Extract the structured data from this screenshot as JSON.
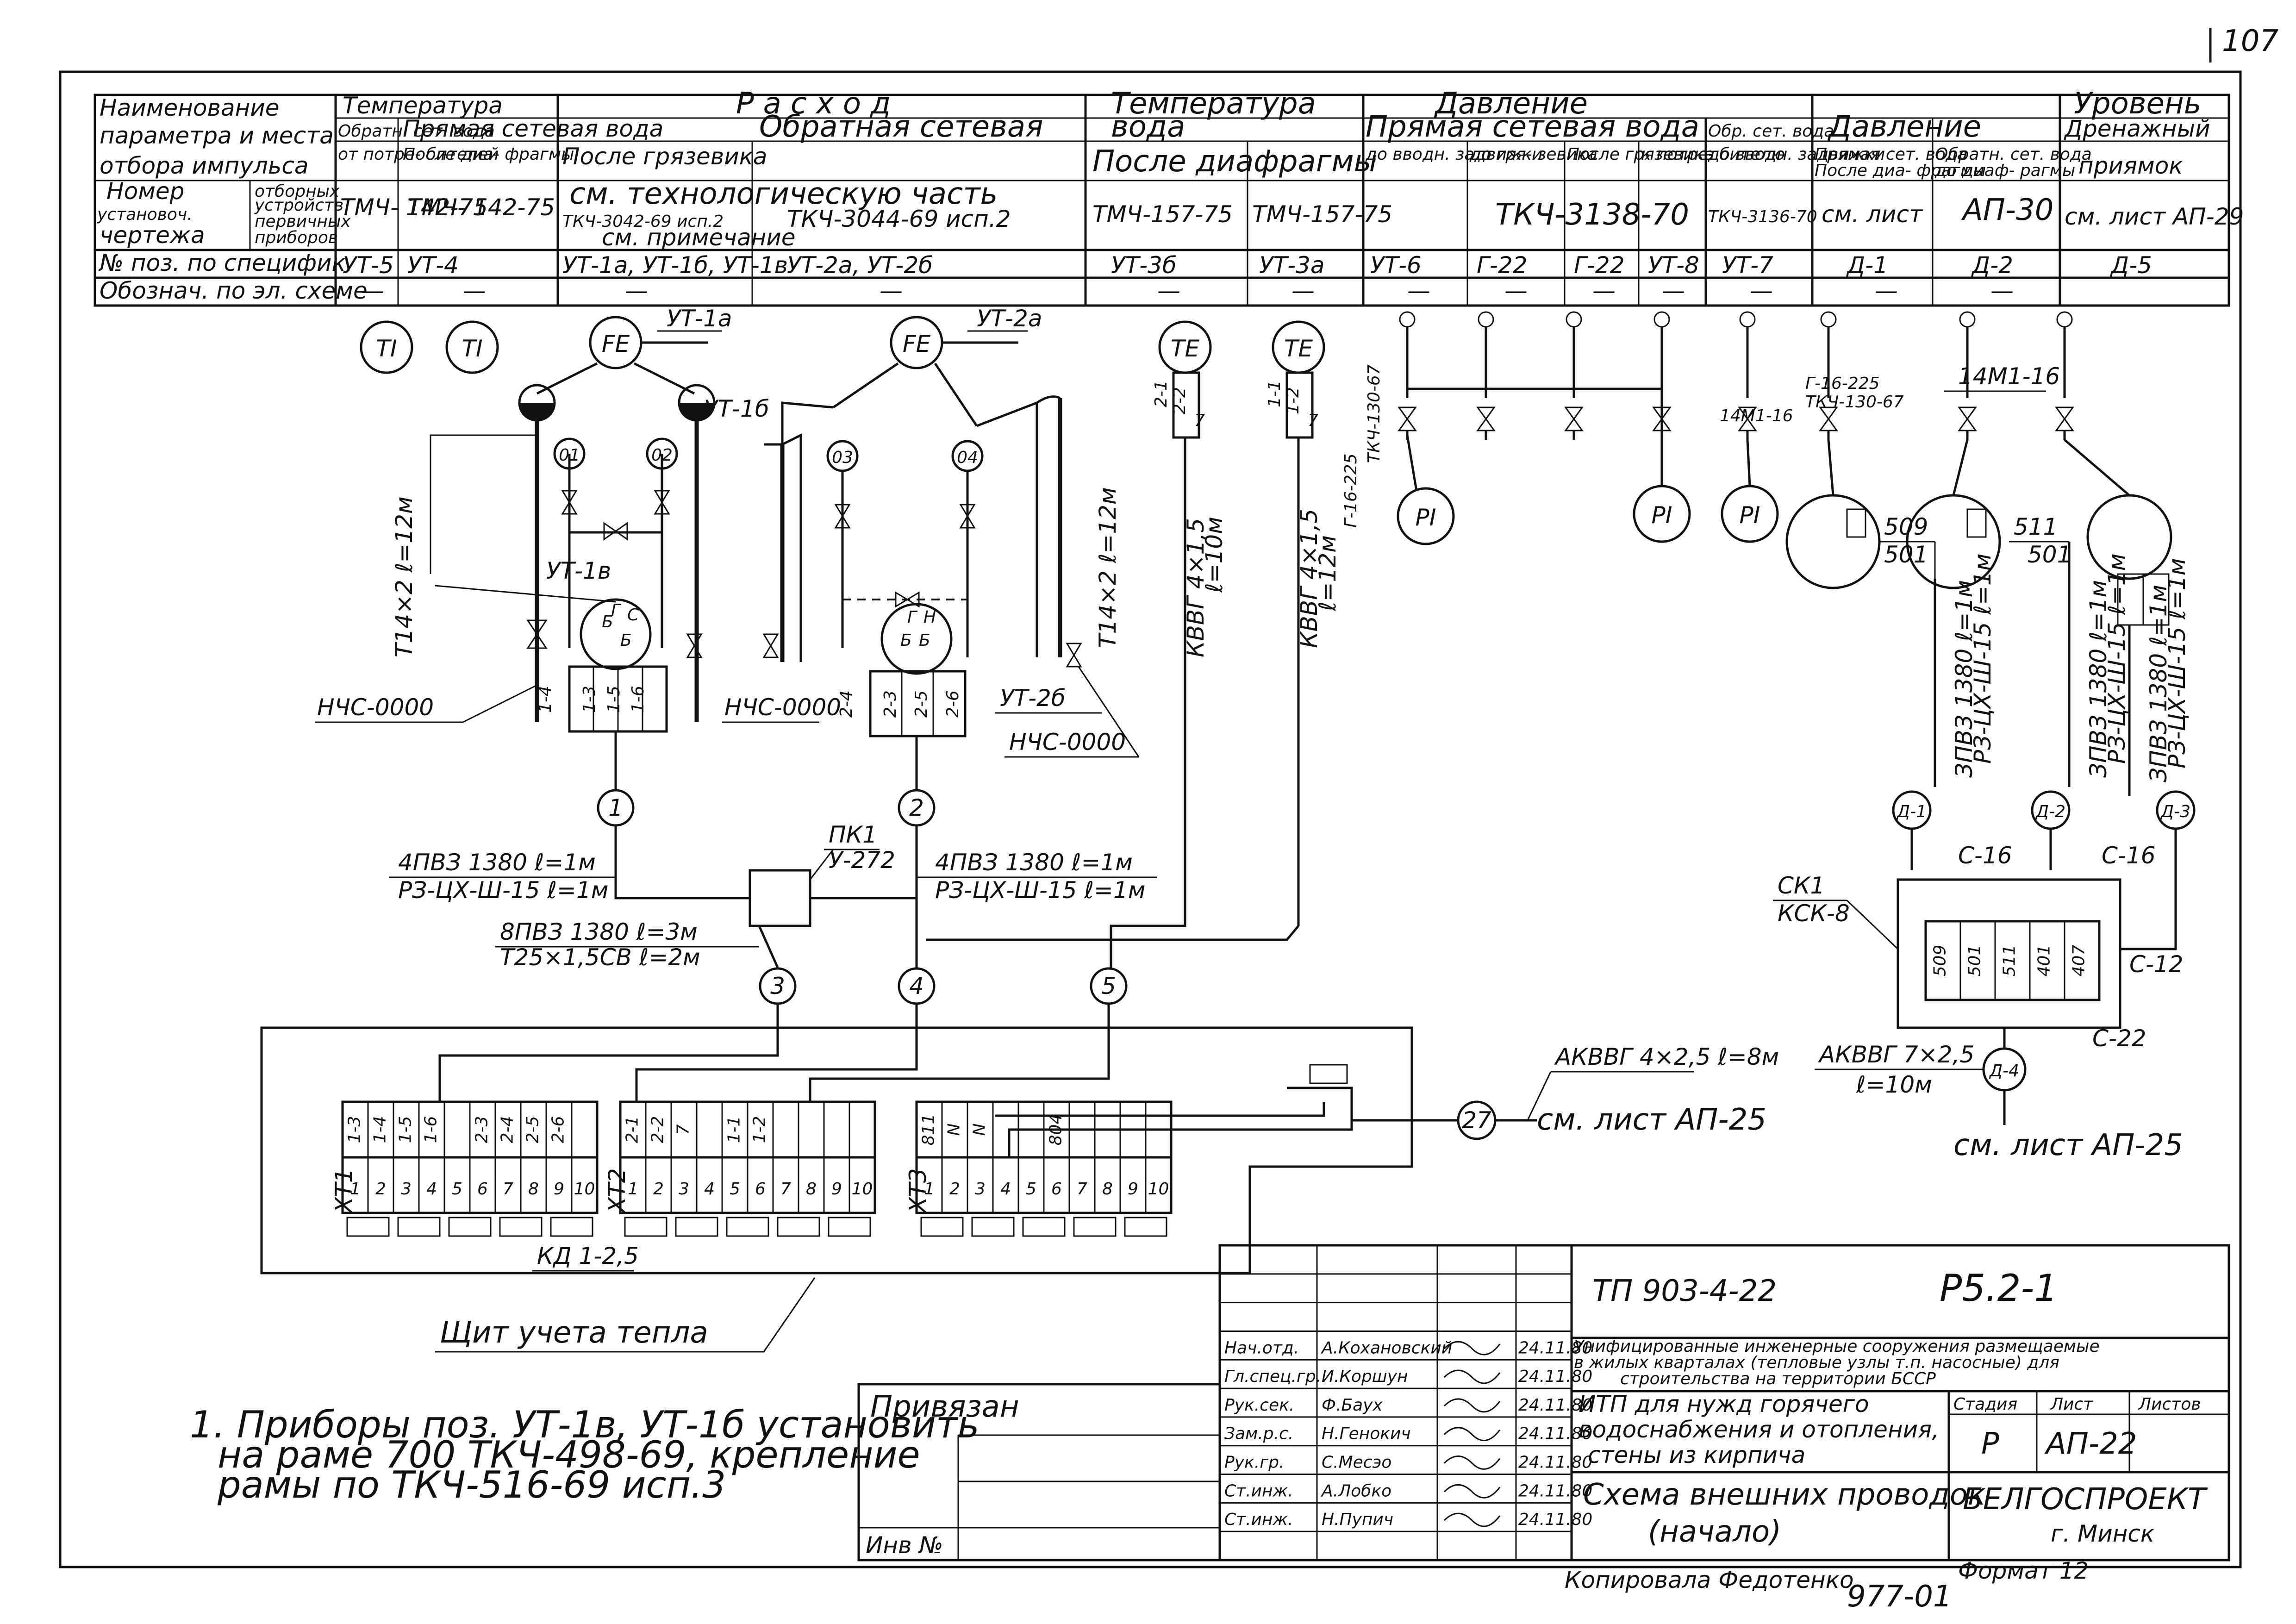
{
  "page_number": "107",
  "table": {
    "row_labels": {
      "param_1": "Наименование",
      "param_2": "параметра и места",
      "param_3": "отбора импульса",
      "drawing_1": "Номер",
      "drawing_2": "установоч.",
      "drawing_3": "чертежа",
      "devices_1": "отборных",
      "devices_2": "устройств",
      "devices_3": "первичных",
      "devices_4": "приборов",
      "spec": "№ поз. по специфик.",
      "elec": "Обознач. по эл. схеме"
    },
    "groups": {
      "temperature": "Температура",
      "flow": "Расход",
      "temperature2": "Температура",
      "pressure": "Давление",
      "pressure2": "Давление",
      "level": "Уровень"
    },
    "subgroups": {
      "return_water": "Обратн. сет. вода",
      "direct_water": "Прямая сетевая вода",
      "return_water_long": "Обратная сетевая",
      "water": "вода",
      "direct_water_split": "Прямая сетевая вода",
      "ret_short": "Обр. сет. вода",
      "dir_short": "Прямая сет. вода",
      "ret_short2": "Обратн. сет. вода",
      "drain": "Дренажный"
    },
    "places": {
      "from_consumer": "от потре- бителей",
      "after_diaphragm": "После диа- фрагмы",
      "after_mud": "После грязевика",
      "after_diaphragms": "После диафрагмы",
      "before_inlet": "до вводн. задвижки",
      "before_mud": "до гря- зевика",
      "after_mud2": "После грязевика",
      "to_consumer": "к потре- бителю",
      "before_inlet2": "до вводн. задвижки",
      "after_diaphragm2": "После диа- фрагмы",
      "before_diaphragm": "до диаф- рагмы",
      "pit": "приямок"
    },
    "drawings": {
      "tmch_142_75_a": "ТМЧ- 142-75",
      "tmch_142_75_b": "ТМЧ- 142-75",
      "tech_part": "см. технологическую часть",
      "tk_a": "ТКЧ-3042-69 исп.2",
      "tk_b": "ТКЧ-3044-69 исп.2",
      "note": "см. примечание",
      "tmch_157_a": "ТМЧ-157-75",
      "tmch_157_b": "ТМЧ-157-75",
      "tk_3138": "ТКЧ-3138-70",
      "tk_3136": "ТКЧ-3136-70",
      "ap30_a": "см. лист",
      "ap30_b": "АП-30",
      "ap29": "см. лист АП-29"
    },
    "spec_positions": [
      "УТ-5",
      "УТ-4",
      "УТ-1а, УТ-1б, УТ-1в",
      "УТ-2а, УТ-2б",
      "УТ-3б",
      "УТ-3а",
      "УТ-6",
      "Г-22",
      "Г-22",
      "УТ-8",
      "УТ-7",
      "Д-1",
      "Д-2",
      "Д-5"
    ],
    "elec_marks": [
      "—",
      "—",
      "—",
      "—",
      "—",
      "—",
      "—",
      "—",
      "—",
      "—",
      "—",
      "—",
      "—"
    ]
  },
  "diagram": {
    "instruments": {
      "ti1": "TI",
      "ti2": "TI",
      "fe1": "FE",
      "fe2": "FE",
      "te1": "TE",
      "te2": "TE",
      "pi1": "PI",
      "pi2": "PI",
      "pi3": "PI"
    },
    "tags": {
      "ut1a": "УТ-1а",
      "ut1b": "УТ-1б",
      "ut1v": "УТ-1в",
      "ut2a": "УТ-2а",
      "ut2b": "УТ-2б",
      "o1": "01",
      "o2": "02",
      "o3": "03",
      "o4": "04",
      "nchs1": "НЧС-0000",
      "nchs2": "НЧС-0000",
      "nchs3": "НЧС-0000",
      "tube1": "Т14×2  ℓ=12м",
      "tube2": "Т14×2  ℓ=12м",
      "kvvg1": "КВВГ 4×1,5",
      "kvvg1l": "ℓ=10м",
      "kvvg2": "КВВГ 4×1,5",
      "kvvg2l": "ℓ=12м",
      "g16_a": "Г-16-225",
      "g16_a2": "ТКЧ-130-67",
      "g16_b": "Г-16-225",
      "g16_b2": "ТКЧ-130-67",
      "m1": "14М1-16",
      "m2": "14М1-16",
      "n509": "509",
      "n501": "501",
      "n511": "511",
      "n501b": "501",
      "cab_a1": "4ПВЗ 1380  ℓ=1м",
      "cab_a2": "РЗ-ЦХ-Ш-15  ℓ=1м",
      "cab_b1": "4ПВЗ 1380  ℓ=1м",
      "cab_b2": "РЗ-ЦХ-Ш-15  ℓ=1м",
      "pk1": "ПК1",
      "pk1b": "У-272",
      "cab_c1": "8ПВЗ 1380  ℓ=3м",
      "cab_c2": "Т25×1,5СВ  ℓ=2м",
      "c1": "1",
      "c2": "2",
      "c3": "3",
      "c4": "4",
      "c5": "5",
      "d1": "Д-1",
      "d2": "Д-2",
      "d3": "Д-3",
      "d4": "Д-4",
      "ck1": "СК1",
      "ck1b": "КСК-8",
      "c16a": "С-16",
      "c16b": "С-16",
      "c12": "С-12",
      "c22": "С-22",
      "v1": "ЗПВЗ 1380  ℓ=1м",
      "v1b": "РЗ-ЦХ-Ш-15  ℓ=1м",
      "v2": "ЗПВЗ 1380  ℓ=1м",
      "v2b": "РЗ-ЦХ-Ш-15  ℓ=1м",
      "v3": "ЗПВЗ 1380  ℓ=1м",
      "v3b": "РЗ-ЦХ-Ш-15  ℓ=1м",
      "akvvg1": "АКВВГ 4×2,5  ℓ=8м",
      "akvvg2": "АКВВГ 7×2,5",
      "akvvg2l": "ℓ=10м",
      "c27": "27",
      "see_ap25a": "см. лист АП-25",
      "see_ap25b": "см. лист АП-25",
      "kd": "КД 1-2,5",
      "shield": "Щит учета тепла"
    },
    "terminals": {
      "xt1": "ХТ1",
      "xt2": "ХТ2",
      "xt3": "ХТ3",
      "xt1_top": [
        "1-3",
        "1-4",
        "1-5",
        "1-6",
        "",
        "2-3",
        "2-4",
        "2-5",
        "2-6",
        ""
      ],
      "xt1_num": [
        "1",
        "2",
        "3",
        "4",
        "5",
        "6",
        "7",
        "8",
        "9",
        "10"
      ],
      "xt2_top": [
        "2-1",
        "2-2",
        "7",
        "",
        "1-1",
        "1-2",
        "",
        "",
        "",
        ""
      ],
      "xt2_num": [
        "1",
        "2",
        "3",
        "4",
        "5",
        "6",
        "7",
        "8",
        "9",
        "10"
      ],
      "xt3_top": [
        "811",
        "N",
        "N",
        "",
        "",
        "804",
        "",
        "",
        "",
        ""
      ],
      "xt3_num": [
        "1",
        "2",
        "3",
        "4",
        "5",
        "6",
        "7",
        "8",
        "9",
        "10"
      ]
    },
    "ck_cells": [
      "509",
      "501",
      "511",
      "401",
      "407"
    ]
  },
  "note": {
    "line1": "1. Приборы поз. УТ-1в, УТ-1б установить",
    "line2": "на раме 700 ТКЧ-498-69, крепление",
    "line3": "рамы по ТКЧ-516-69 исп.3"
  },
  "stamp": {
    "project_code": "ТП 903-4-22",
    "sheet_code": "Р5.2-1",
    "title_1": "Унифицированные инженерные сооружения размещаемые",
    "title_2": "в жилых кварталах (тепловые узлы т.п. насосные) для",
    "title_3": "строительства на территории БССР",
    "object_1": "ИТП для нужд горячего",
    "object_2": "водоснабжения и отопления,",
    "object_3": "стены из кирпича",
    "sheet_title_1": "Схема внешних проводок",
    "sheet_title_2": "(начало)",
    "org": "БЕЛГОСПРОЕКТ",
    "city": "г. Минск",
    "stage_label": "Стадия",
    "sheet_label": "Лист",
    "sheets_label": "Листов",
    "stage": "Р",
    "sheet": "АП-22",
    "sheets": "",
    "bound": "Привязан",
    "inv": "Инв №",
    "roles": [
      "Нач.отд.",
      "Гл.спец.гр.",
      "Рук.сек.",
      "Зам.р.с.",
      "Рук.гр.",
      "Ст.инж.",
      "Ст.инж."
    ],
    "names": [
      "А.Кохановский",
      "И.Коршун",
      "Ф.Баух",
      "Н.Генокич",
      "С.Месэо",
      "А.Лобко",
      "Н.Пупич"
    ],
    "dates": [
      "24.11.80",
      "24.11.80",
      "24.11.80",
      "24.11.80",
      "24.11.80",
      "24.11.80",
      "24.11.80"
    ],
    "copied": "Копировала Федотенко",
    "format": "Формат 12",
    "footer_num": "977-01"
  }
}
